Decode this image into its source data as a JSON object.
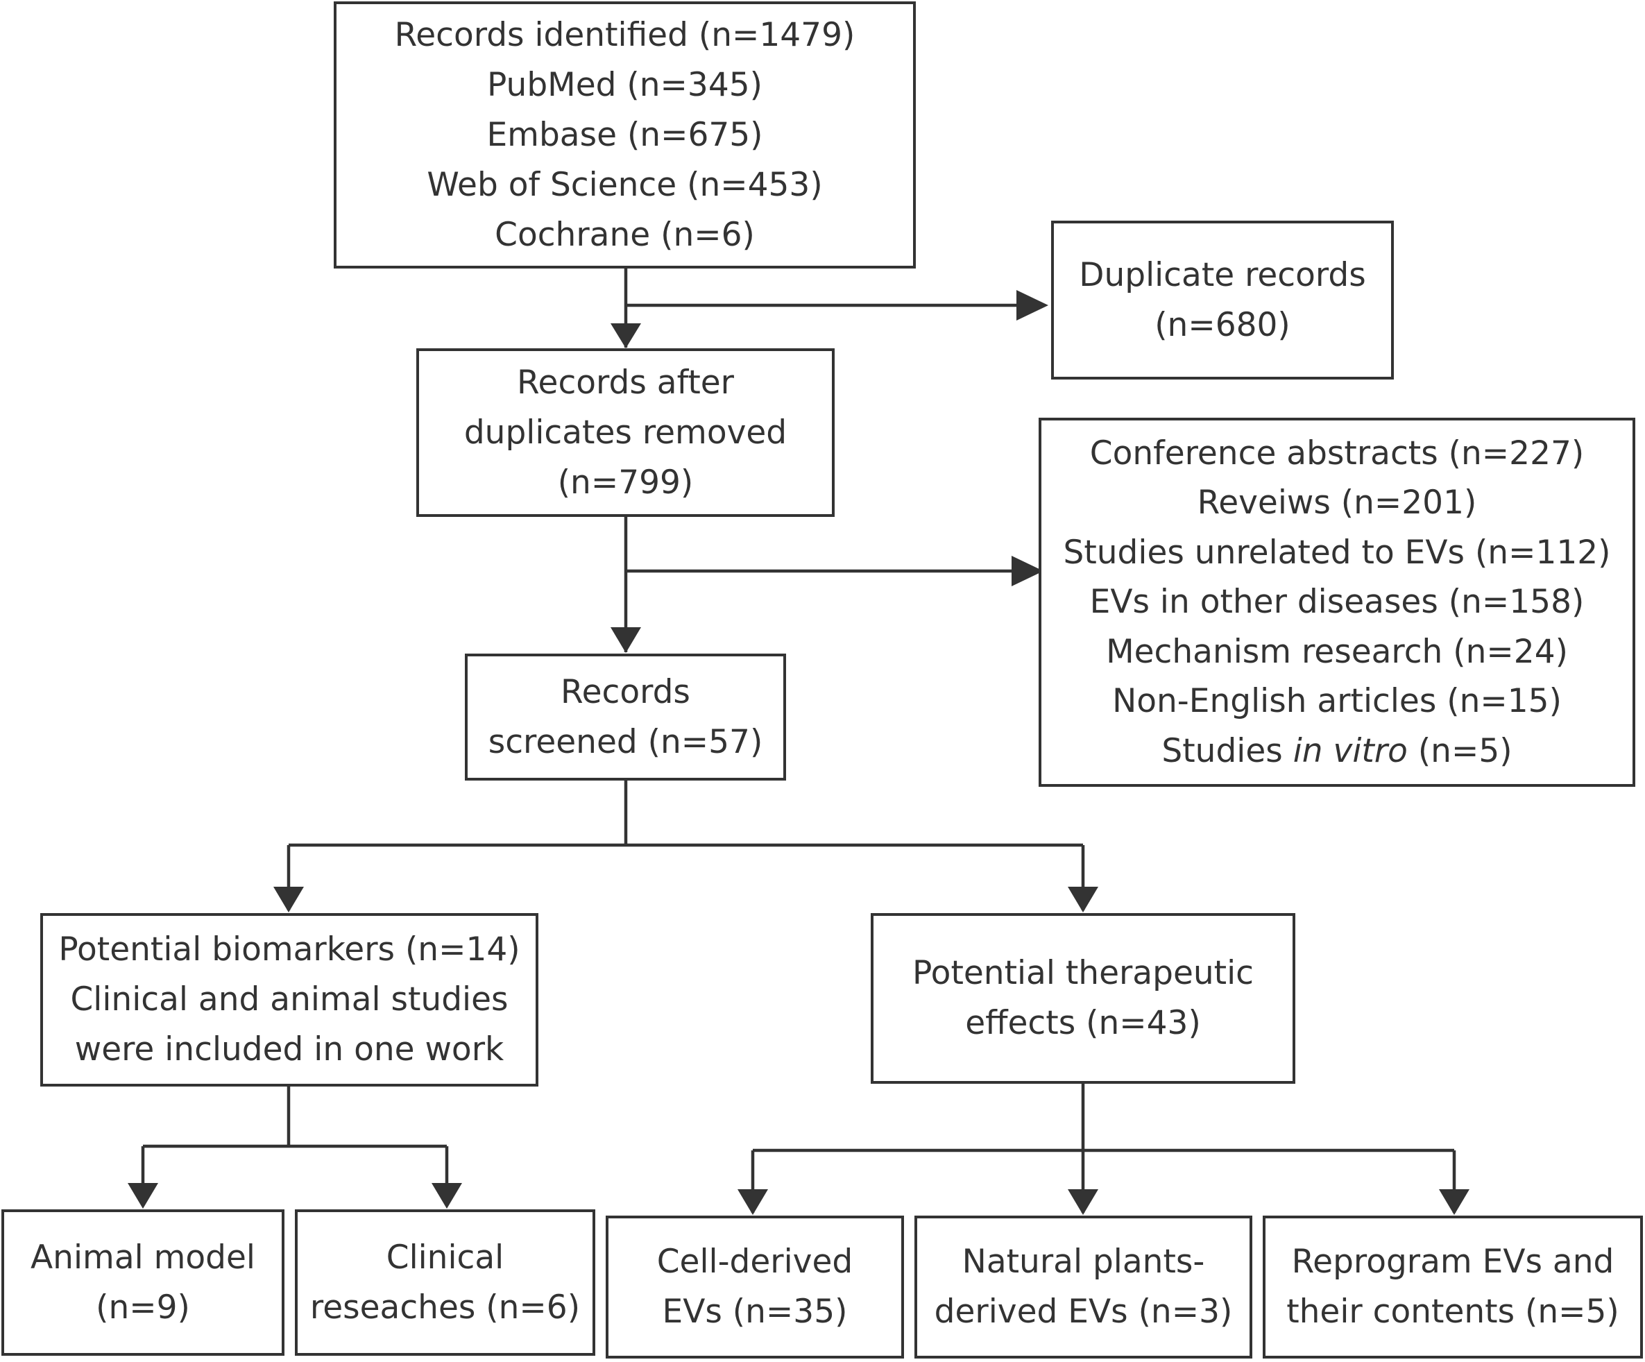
{
  "boxes": {
    "identified": {
      "title": "Records identified (n=1479)",
      "lines": [
        "PubMed (n=345)",
        "Embase (n=675)",
        "Web of Science (n=453)",
        "Cochrane (n=6)"
      ]
    },
    "duplicates": {
      "line1": "Duplicate records",
      "line2": "(n=680)"
    },
    "after_duplicates": {
      "line1": "Records after",
      "line2": "duplicates removed",
      "line3": "(n=799)"
    },
    "excluded": {
      "lines": [
        "Conference abstracts (n=227)",
        "Reveiws (n=201)",
        "Studies unrelated to EVs (n=112)",
        "EVs in other diseases (n=158)",
        "Mechanism research (n=24)",
        "Non-English articles (n=15)"
      ],
      "last_prefix": "Studies ",
      "last_italic": "in vitro",
      "last_suffix": " (n=5)"
    },
    "screened": {
      "line1": "Records",
      "line2": "screened (n=57)"
    },
    "biomarkers": {
      "line1": "Potential biomarkers (n=14)",
      "line2": "Clinical and animal studies",
      "line3": "were included in one work"
    },
    "therapeutic": {
      "line1": "Potential therapeutic",
      "line2": "effects (n=43)"
    },
    "animal_model": {
      "line1": "Animal model",
      "line2": "(n=9)"
    },
    "clinical": {
      "line1": "Clinical",
      "line2": "reseaches (n=6)"
    },
    "cell_derived": {
      "line1": "Cell-derived",
      "line2": "EVs (n=35)"
    },
    "plants": {
      "line1": "Natural plants-",
      "line2": "derived EVs (n=3)"
    },
    "reprogram": {
      "line1": "Reprogram EVs and",
      "line2": "their contents (n=5)"
    }
  },
  "colors": {
    "stroke": "#333333",
    "background": "#ffffff"
  }
}
